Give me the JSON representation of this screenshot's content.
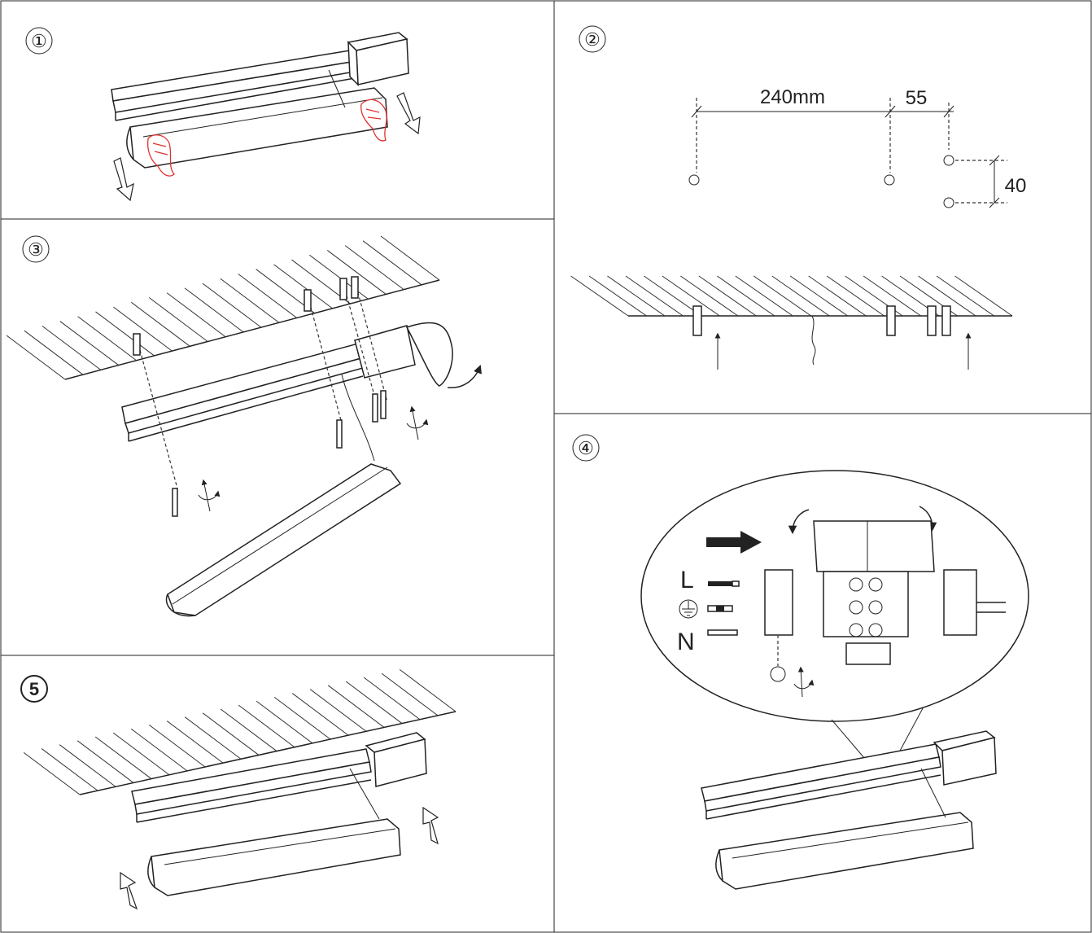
{
  "steps": {
    "s1": {
      "num": "①"
    },
    "s2": {
      "num": "②",
      "dim_a": "240mm",
      "dim_b": "55",
      "dim_c": "40"
    },
    "s3": {
      "num": "③"
    },
    "s4": {
      "num": "④",
      "wire_l": "L",
      "wire_n": "N"
    },
    "s5": {
      "num": "5"
    }
  },
  "colors": {
    "line": "#222222",
    "hand": "#e0312f"
  }
}
